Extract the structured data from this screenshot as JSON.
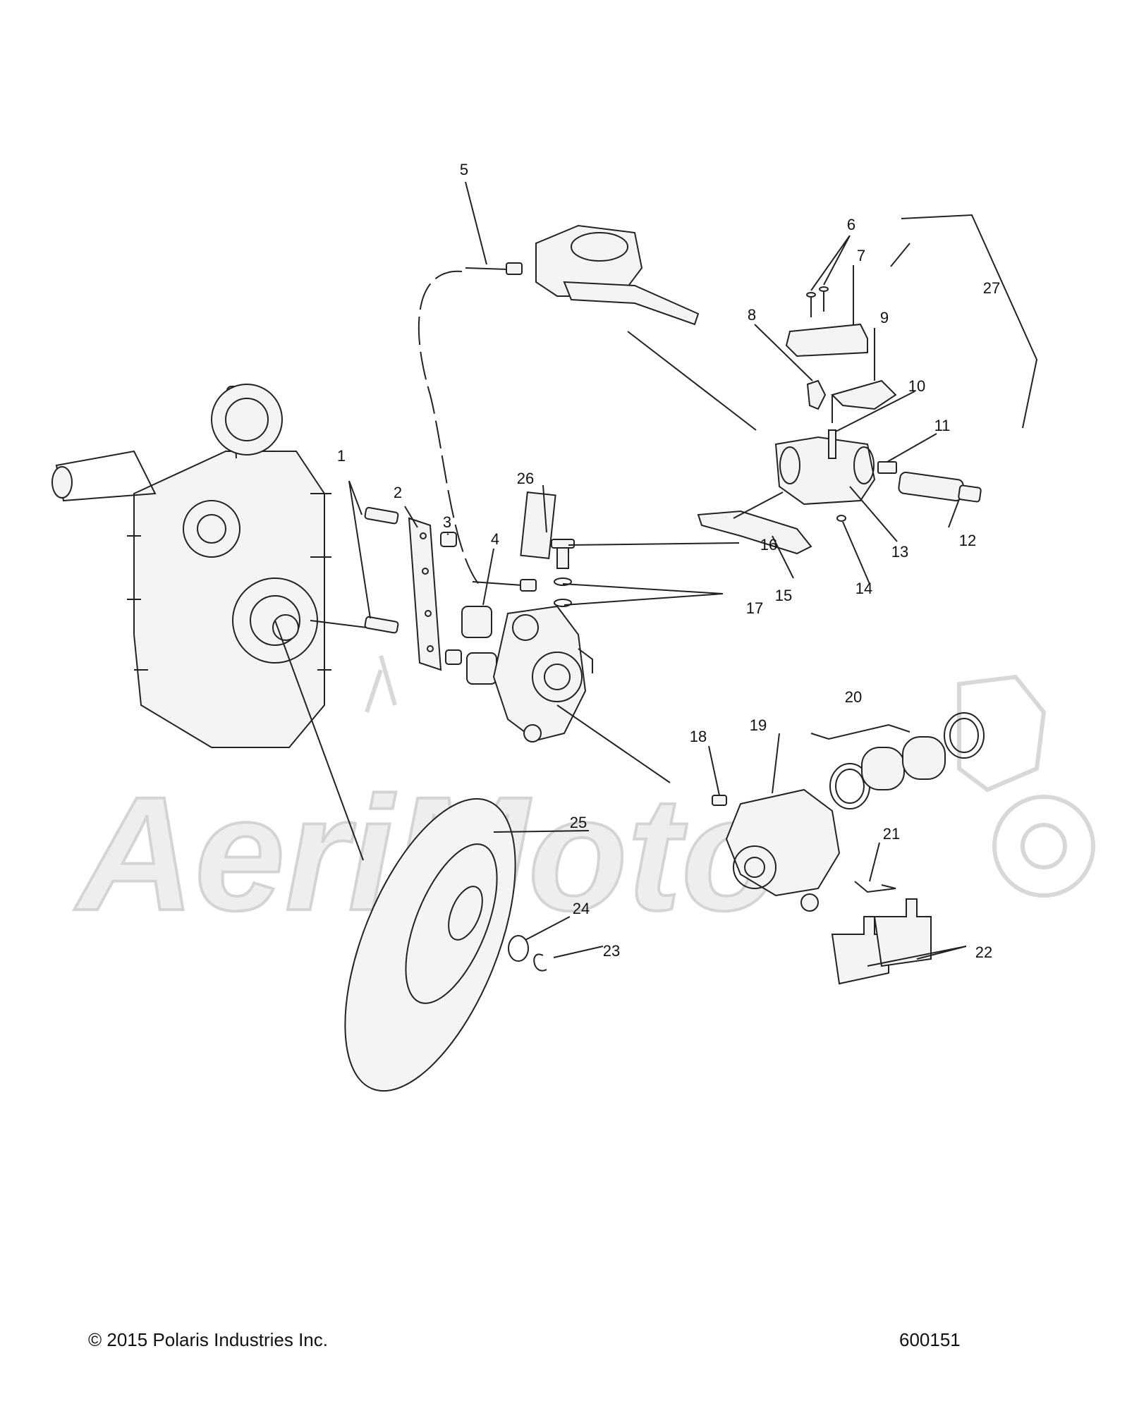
{
  "footer": {
    "copyright": "© 2015 Polaris Industries Inc.",
    "diagram_id": "600151"
  },
  "callouts": [
    "1",
    "2",
    "3",
    "4",
    "5",
    "6",
    "7",
    "8",
    "9",
    "10",
    "11",
    "12",
    "13",
    "14",
    "15",
    "16",
    "17",
    "18",
    "19",
    "20",
    "21",
    "22",
    "23",
    "24",
    "25",
    "26",
    "27"
  ],
  "watermark": "AeriMoto"
}
